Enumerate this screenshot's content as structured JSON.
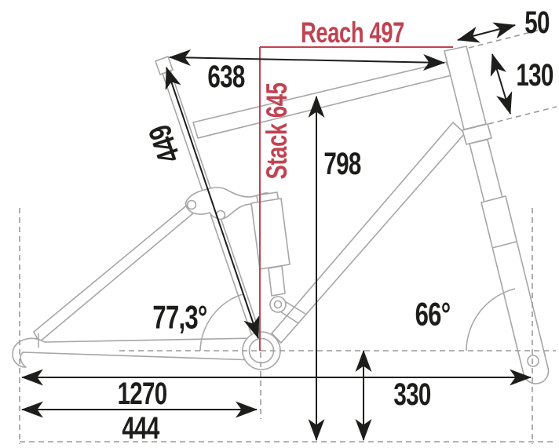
{
  "diagram": {
    "type": "bike-frame-geometry",
    "measurements": {
      "reach": "Reach 497",
      "stack": "Stack 645",
      "top_tube_horizontal": "638",
      "seat_tube": "449",
      "standover_height": "798",
      "stem": "50",
      "head_tube": "130",
      "seat_tube_angle": "77,3°",
      "head_tube_angle": "66°",
      "wheelbase": "1270",
      "chainstay": "444",
      "bb_height": "330"
    },
    "colors": {
      "accent_red": "#c04352",
      "dimension_black": "#1d1d1b",
      "frame_gray": "#a6a6a6"
    }
  }
}
